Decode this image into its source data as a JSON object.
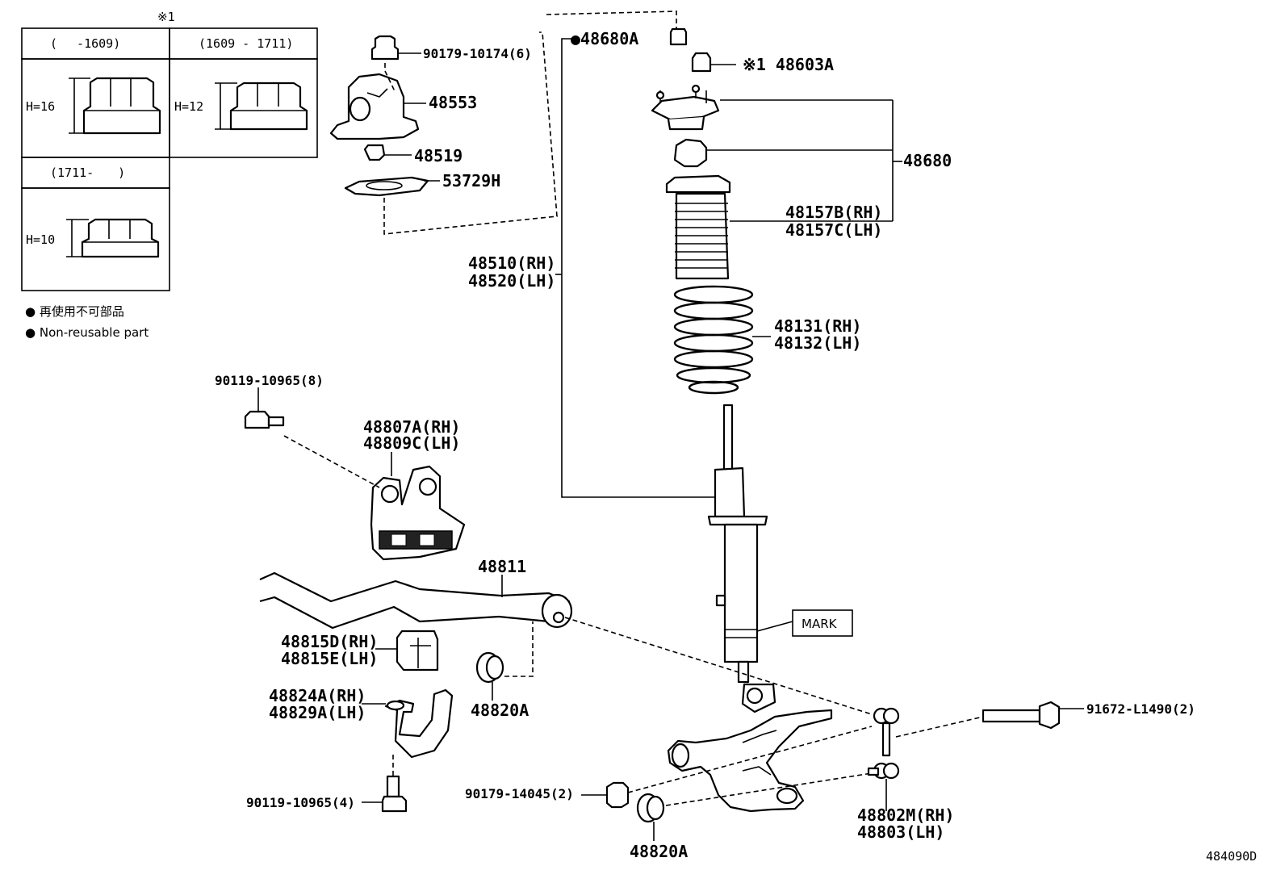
{
  "figure_code": "484090D",
  "nut_table": {
    "ref": "※1",
    "cells": [
      {
        "range": "(　 -1609)",
        "height": "H=16"
      },
      {
        "range": "(1609 - 1711)",
        "height": "H=12"
      },
      {
        "range": "(1711-　　)",
        "height": "H=10"
      }
    ]
  },
  "legend": {
    "jp": "● 再使用不可部品",
    "en": "● Non-reusable part"
  },
  "labels": {
    "p90179_10174": "90179-10174(6)",
    "p48553": "48553",
    "p48519": "48519",
    "p53729H": "53729H",
    "p48680A": "●48680A",
    "p48603A": "※1 48603A",
    "p48680": "48680",
    "p48157B": "48157B(RH)",
    "p48157C": "48157C(LH)",
    "p48510": "48510(RH)",
    "p48520": "48520(LH)",
    "p48131": "48131(RH)",
    "p48132": "48132(LH)",
    "p90119_top": "90119-10965(8)",
    "p48807A": "48807A(RH)",
    "p48809C": "48809C(LH)",
    "p48811": "48811",
    "p48815D": "48815D(RH)",
    "p48815E": "48815E(LH)",
    "p48820A_a": "48820A",
    "p48824A": "48824A(RH)",
    "p48829A": "48829A(LH)",
    "p90119_bot": "90119-10965(4)",
    "p90179_14045": "90179-14045(2)",
    "p48820A_b": "48820A",
    "p91672": "91672-L1490(2)",
    "p48802M": "48802M(RH)",
    "p48803": "48803(LH)",
    "mark": "MARK"
  }
}
